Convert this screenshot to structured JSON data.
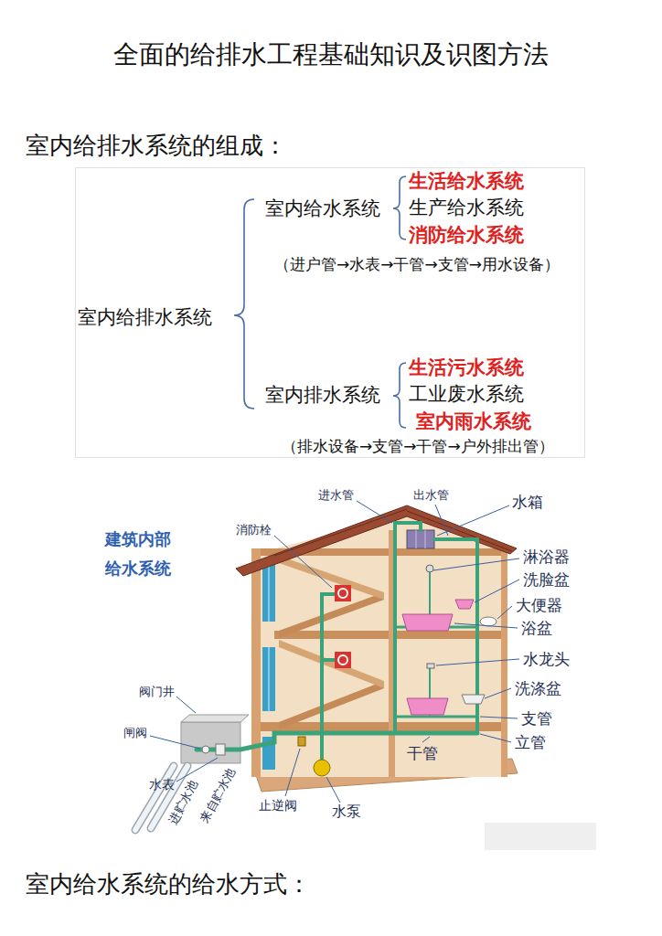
{
  "diagram": {
    "title": "全面的给排水工程基础知识及识图方法",
    "labels": [
      "室内给排水系统的组成：",
      "室内给水系统",
      "生活给水系统",
      "生产给水系统",
      "消防给水系统",
      "（进户管→水表→干管→支管→用水设备）",
      "室内给排水系统",
      "室内排水系统",
      "生活污水系统",
      "工业废水系统",
      "室内雨水系统",
      "（排水设备→支管→干管→户外排出管）",
      "建筑内部 给水系统",
      "进水管",
      "出水管",
      "水箱",
      "消防栓",
      "淋浴器",
      "洗脸盆",
      "大便器",
      "浴盆",
      "水龙头",
      "洗涤盆",
      "支管",
      "立管",
      "干管",
      "阀门井",
      "闸阀",
      "水表",
      "进贮水池",
      "来自贮水池",
      "止逆阀",
      "水泵",
      "室内给水系统的给水方式："
    ]
  }
}
